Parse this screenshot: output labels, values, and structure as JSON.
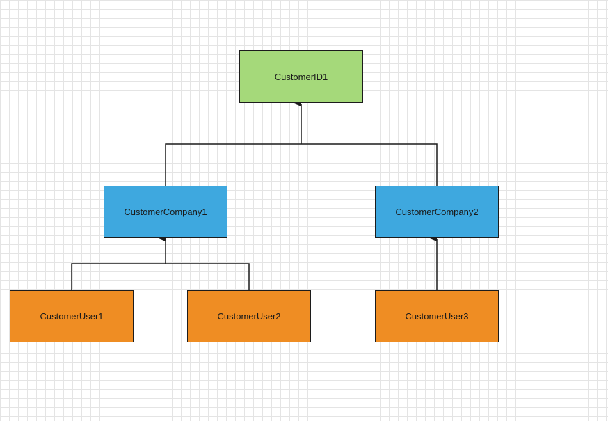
{
  "colors": {
    "root_fill": "#a5d97a",
    "company_fill": "#3ea8df",
    "user_fill": "#ef8d23",
    "stroke": "#1c1c1c"
  },
  "nodes": {
    "root": {
      "label": "CustomerID1",
      "level": "root"
    },
    "company1": {
      "label": "CustomerCompany1",
      "level": "company"
    },
    "company2": {
      "label": "CustomerCompany2",
      "level": "company"
    },
    "user1": {
      "label": "CustomerUser1",
      "level": "user"
    },
    "user2": {
      "label": "CustomerUser2",
      "level": "user"
    },
    "user3": {
      "label": "CustomerUser3",
      "level": "user"
    }
  },
  "edges": [
    {
      "from": "company1",
      "to": "root"
    },
    {
      "from": "company2",
      "to": "root"
    },
    {
      "from": "user1",
      "to": "company1"
    },
    {
      "from": "user2",
      "to": "company1"
    },
    {
      "from": "user3",
      "to": "company2"
    }
  ]
}
